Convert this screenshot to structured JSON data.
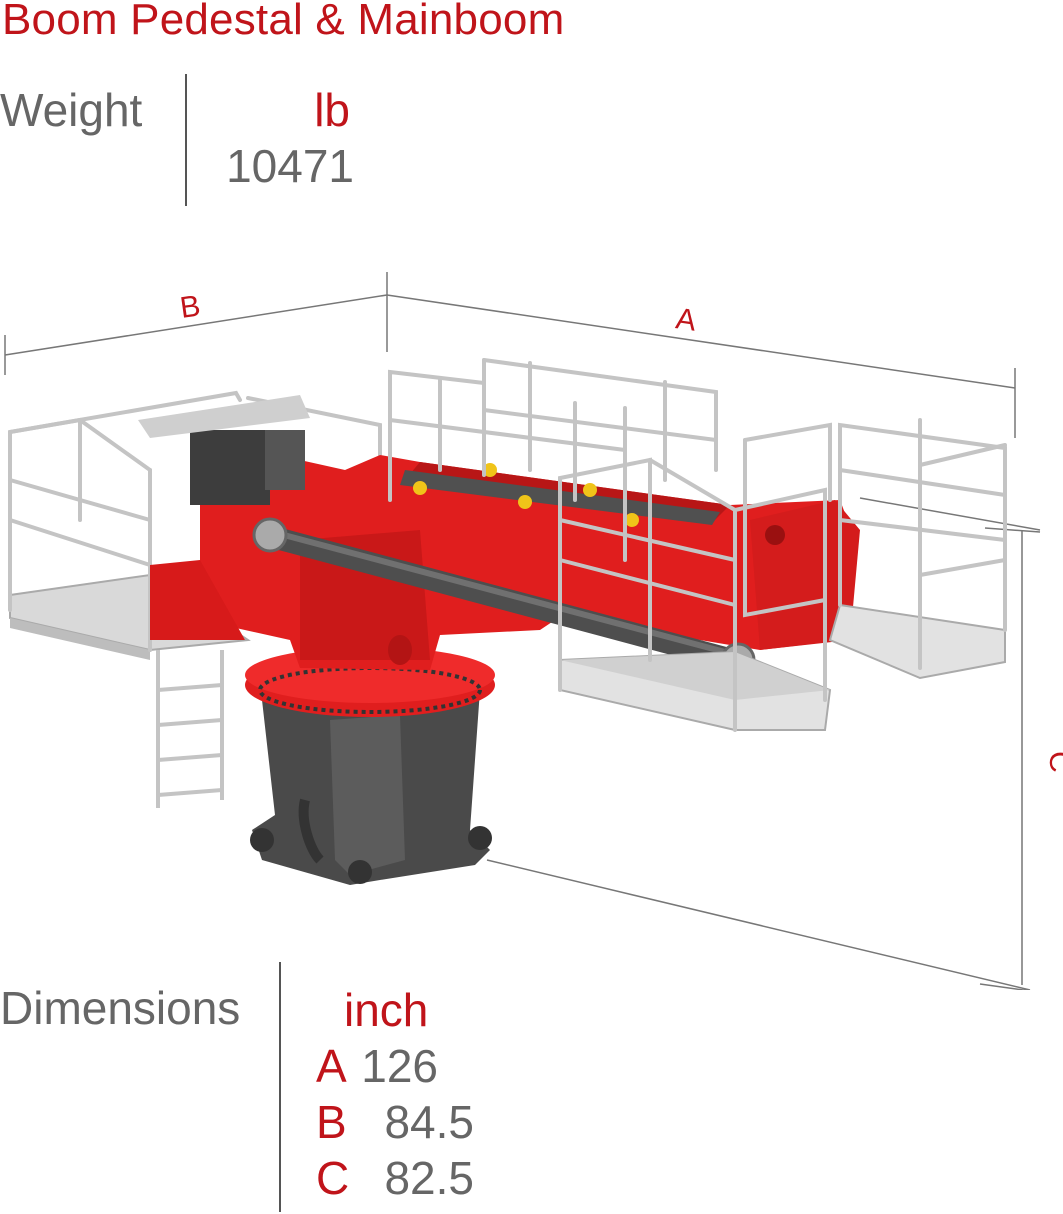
{
  "title": "Boom Pedestal & Mainboom",
  "weight": {
    "label": "Weight",
    "unit": "lb",
    "value": "10471"
  },
  "dimensions": {
    "label": "Dimensions",
    "unit": "inch",
    "rows": [
      {
        "letter": "A",
        "value": "126"
      },
      {
        "letter": "B",
        "value": "84.5"
      },
      {
        "letter": "C",
        "value": "82.5"
      }
    ]
  },
  "illustration": {
    "dimension_labels": {
      "a": "A",
      "b": "B",
      "c": "C"
    }
  },
  "colors": {
    "brand_red": "#c0141a",
    "text_grey": "#666666",
    "machine_red": "#e01e1e",
    "machine_dark": "#4a4a4a",
    "railing": "#c8c8c8"
  }
}
